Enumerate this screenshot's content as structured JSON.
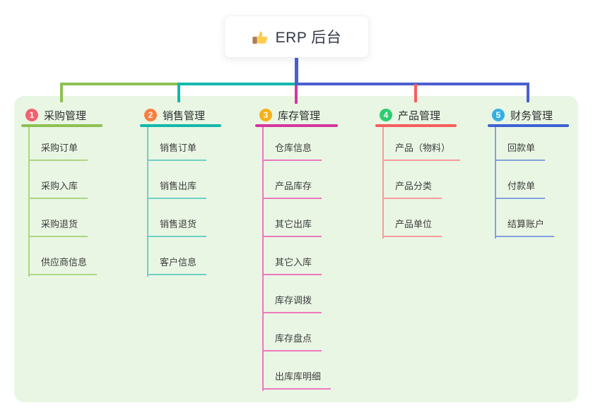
{
  "root": {
    "title": "ERP 后台",
    "icon": "thumbs-up-icon"
  },
  "colors": {
    "panel_background": "#e9f6e4",
    "root_connector_blue": "#4a5fd0",
    "branch_magenta_drop": "#d6359f",
    "branch_red_drop": "#f65e5e"
  },
  "branches": [
    {
      "index": "1",
      "label": "采购管理",
      "badge_color": "#f2616d",
      "line_color": "#8dc153",
      "child_line_color": "#aed581",
      "children": [
        "采购订单",
        "采购入库",
        "采购退货",
        "供应商信息"
      ]
    },
    {
      "index": "2",
      "label": "销售管理",
      "badge_color": "#fb7d3d",
      "line_color": "#14b8ab",
      "child_line_color": "#72cfc4",
      "children": [
        "销售订单",
        "销售出库",
        "销售退货",
        "客户信息"
      ]
    },
    {
      "index": "3",
      "label": "库存管理",
      "badge_color": "#f9b017",
      "line_color": "#d6359f",
      "child_line_color": "#ec79bd",
      "children": [
        "仓库信息",
        "产品库存",
        "其它出库",
        "其它入库",
        "库存调拨",
        "库存盘点",
        "出库库明细"
      ]
    },
    {
      "index": "4",
      "label": "产品管理",
      "badge_color": "#2ecc71",
      "line_color": "#f65e5e",
      "child_line_color": "#f89b9b",
      "children": [
        "产品（物料）",
        "产品分类",
        "产品单位"
      ]
    },
    {
      "index": "5",
      "label": "财务管理",
      "badge_color": "#35aee3",
      "line_color": "#3e61d3",
      "child_line_color": "#84a0dd",
      "children": [
        "回款单",
        "付款单",
        "结算账户"
      ]
    }
  ]
}
